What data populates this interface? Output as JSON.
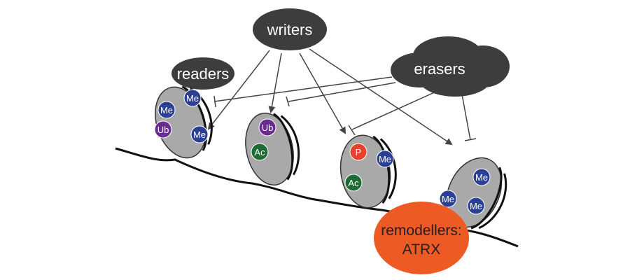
{
  "labels": {
    "writers": "writers",
    "readers": "readers",
    "erasers": "erasers",
    "remodellers_line1": "remodellers:",
    "remodellers_line2": "ATRX"
  },
  "marks": {
    "me": "Me",
    "ub": "Ub",
    "ac": "Ac",
    "p": "P"
  },
  "colors": {
    "blob": "#3d3d3d",
    "nucleosome": "#a9a9a9",
    "dna": "#111111",
    "me": "#2b3f95",
    "ub": "#6a2c91",
    "ac": "#1e6b34",
    "p": "#e8412e",
    "remodeller": "#ee5a24",
    "arrow": "#444444"
  }
}
